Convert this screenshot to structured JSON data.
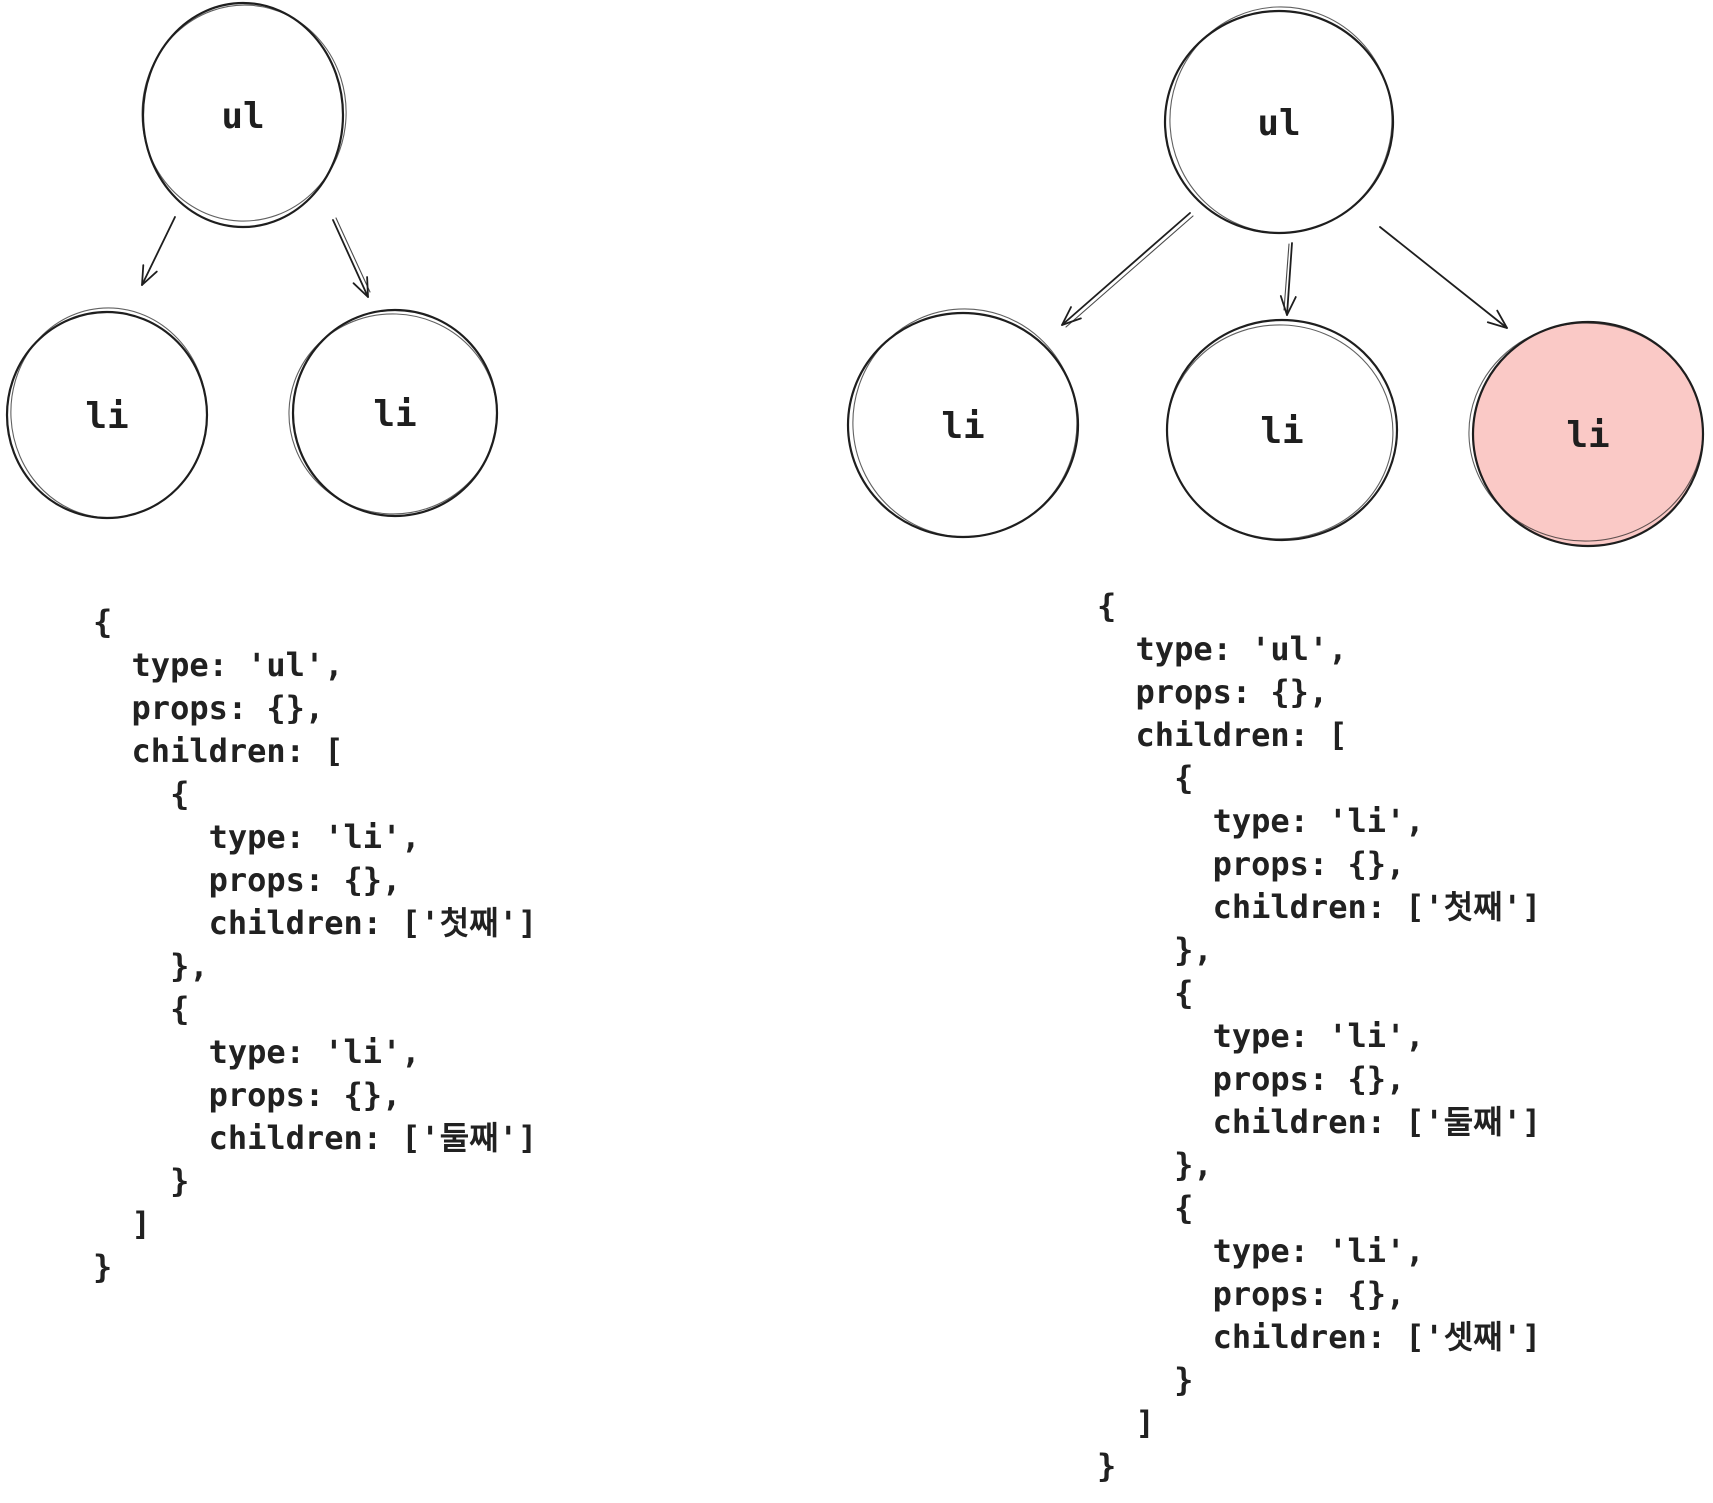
{
  "diagram": {
    "ink_color": "#1e1e1e",
    "highlight_color": "#fac9c6",
    "left_tree": {
      "root": {
        "label": "ul"
      },
      "children": [
        {
          "label": "li"
        },
        {
          "label": "li"
        }
      ]
    },
    "right_tree": {
      "root": {
        "label": "ul"
      },
      "children": [
        {
          "label": "li"
        },
        {
          "label": "li"
        },
        {
          "label": "li",
          "highlighted": true
        }
      ]
    }
  },
  "left_code": {
    "lines": [
      "{",
      "  type: 'ul',",
      "  props: {},",
      "  children: [",
      "    {",
      "      type: 'li',",
      "      props: {},",
      "      children: ['첫째']",
      "    },",
      "    {",
      "      type: 'li',",
      "      props: {},",
      "      children: ['둘째']",
      "    }",
      "  ]",
      "}"
    ]
  },
  "right_code": {
    "lines": [
      "{",
      "  type: 'ul',",
      "  props: {},",
      "  children: [",
      "    {",
      "      type: 'li',",
      "      props: {},",
      "      children: ['첫째']",
      "    },",
      "    {",
      "      type: 'li',",
      "      props: {},",
      "      children: ['둘째']",
      "    },",
      "    {",
      "      type: 'li',",
      "      props: {},",
      "      children: ['셋째']",
      "    }",
      "  ]",
      "}"
    ]
  }
}
